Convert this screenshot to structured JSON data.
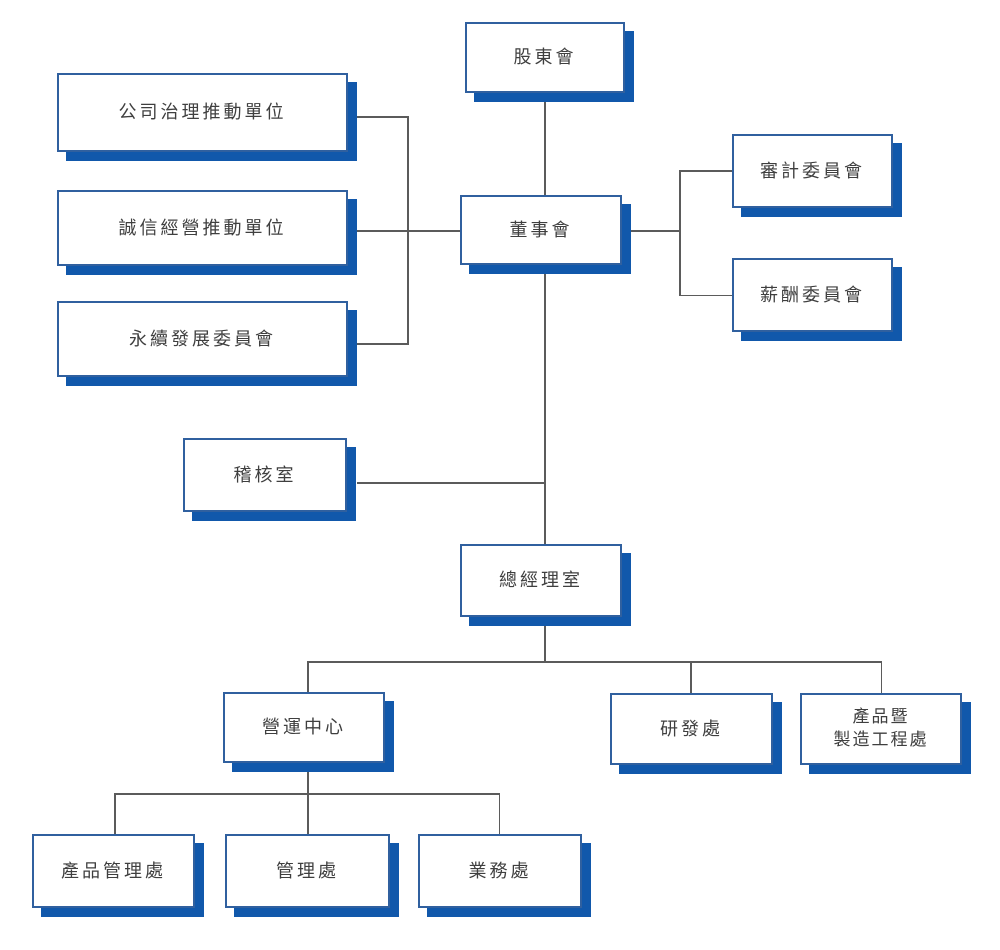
{
  "colors": {
    "box_border": "#30609f",
    "box_shadow": "#1158ab",
    "connector": "#5b5b5b",
    "text": "#3f3f3f",
    "background": "#ffffff"
  },
  "chart_type": "organization-chart",
  "nodes": {
    "shareholders": {
      "label": "股東會"
    },
    "corp_governance": {
      "label": "公司治理推動單位"
    },
    "integrity": {
      "label": "誠信經營推動單位"
    },
    "sustainability": {
      "label": "永續發展委員會"
    },
    "board": {
      "label": "董事會"
    },
    "audit_committee": {
      "label": "審計委員會"
    },
    "compensation_committee": {
      "label": "薪酬委員會"
    },
    "audit_office": {
      "label": "稽核室"
    },
    "president_office": {
      "label": "總經理室"
    },
    "operations_center": {
      "label": "營運中心"
    },
    "rd_division": {
      "label": "研發處"
    },
    "product_mfg_engineering": {
      "label_line1": "產品暨",
      "label_line2": "製造工程處"
    },
    "product_management": {
      "label": "產品管理處"
    },
    "management": {
      "label": "管理處"
    },
    "sales": {
      "label": "業務處"
    }
  },
  "hierarchy": {
    "root": "股東會",
    "edges": [
      [
        "股東會",
        "董事會"
      ],
      [
        "董事會",
        "公司治理推動單位"
      ],
      [
        "董事會",
        "誠信經營推動單位"
      ],
      [
        "董事會",
        "永續發展委員會"
      ],
      [
        "董事會",
        "審計委員會"
      ],
      [
        "董事會",
        "薪酬委員會"
      ],
      [
        "董事會",
        "稽核室"
      ],
      [
        "董事會",
        "總經理室"
      ],
      [
        "總經理室",
        "營運中心"
      ],
      [
        "總經理室",
        "研發處"
      ],
      [
        "總經理室",
        "產品暨製造工程處"
      ],
      [
        "營運中心",
        "產品管理處"
      ],
      [
        "營運中心",
        "管理處"
      ],
      [
        "營運中心",
        "業務處"
      ]
    ]
  }
}
